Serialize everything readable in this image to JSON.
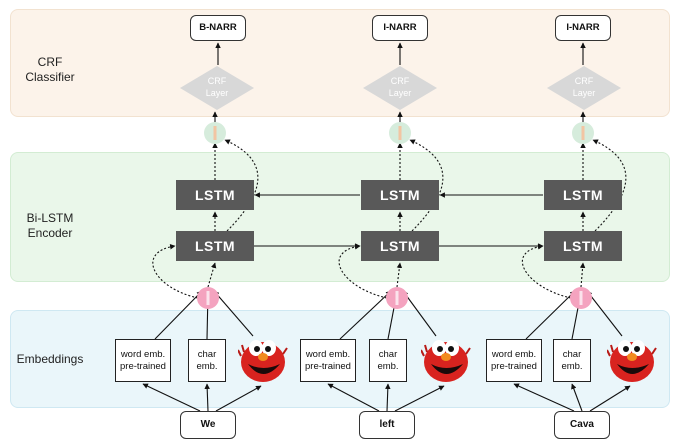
{
  "sections": {
    "crf": "CRF\nClassifier",
    "lstm": "Bi-LSTM\nEncoder",
    "emb": "Embeddings"
  },
  "columns": [
    {
      "word": "We",
      "tag": "B-NARR"
    },
    {
      "word": "left",
      "tag": "I-NARR"
    },
    {
      "word": "Cava",
      "tag": "I-NARR"
    }
  ],
  "crf_layer_label": "CRF\nLayer",
  "lstm_label": "LSTM",
  "word_emb_label": "word emb.\npre-trained",
  "char_emb_label": "char\nemb.",
  "elmo_icon": "elmo-character-icon",
  "colors": {
    "crf_panel": "#fcf3ea",
    "lstm_panel": "#eaf7ea",
    "emb_panel": "#eaf6fa",
    "lstm_box": "#595959",
    "concat_pink": "#f4a3bf",
    "concat_green": "#d6ecdc",
    "crf_diamond": "#d8d8d8"
  }
}
